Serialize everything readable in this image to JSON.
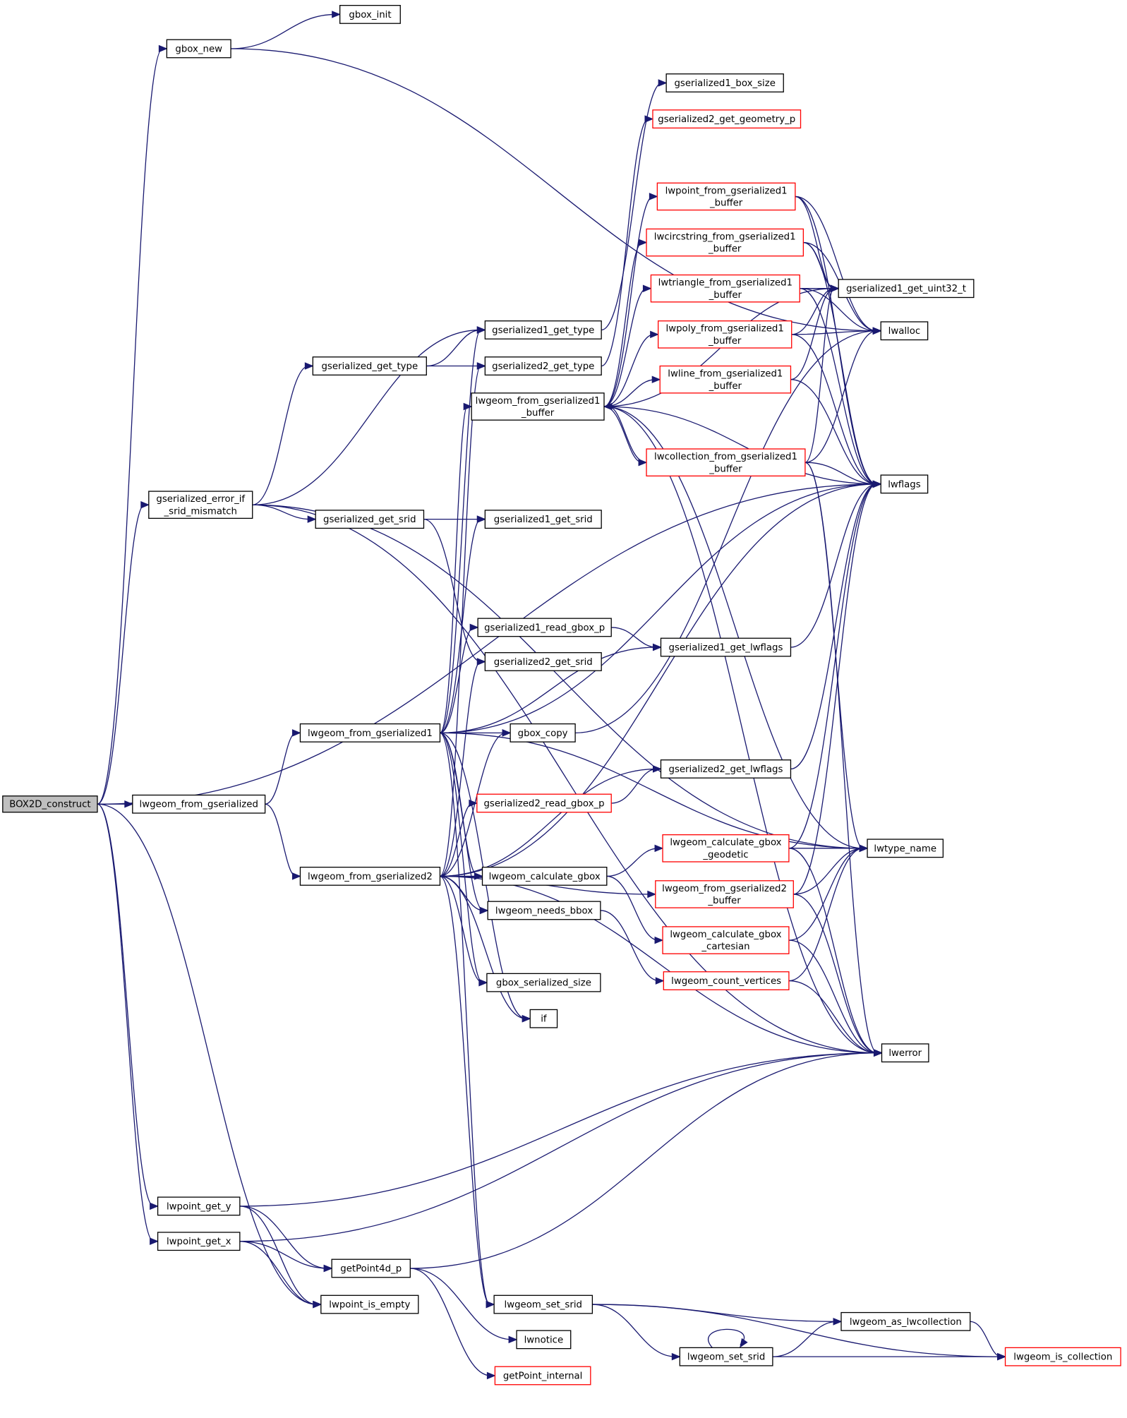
{
  "colors": {
    "edge": "#191970",
    "edge_alt": "#b22222",
    "node_border_normal": "#000000",
    "node_border_truncated": "#ff0000",
    "root_fill": "#bfbfbf",
    "node_fill": "#ffffff"
  },
  "root": "BOX2D_construct",
  "nodes": [
    {
      "id": "BOX2D_construct",
      "lines": [
        "BOX2D_construct"
      ],
      "root": true
    },
    {
      "id": "gbox_new",
      "lines": [
        "gbox_new"
      ]
    },
    {
      "id": "gbox_init",
      "lines": [
        "gbox_init"
      ]
    },
    {
      "id": "gserialized1_box_size",
      "lines": [
        "gserialized1_box_size"
      ]
    },
    {
      "id": "gserialized2_get_geometry_p",
      "lines": [
        "gserialized2_get_geometry_p"
      ],
      "truncated": true
    },
    {
      "id": "lwpoint_from_gserialized1_buffer",
      "lines": [
        "lwpoint_from_gserialized1",
        "_buffer"
      ],
      "truncated": true
    },
    {
      "id": "lwcircstring_from_gserialized1_buffer",
      "lines": [
        "lwcircstring_from_gserialized1",
        "_buffer"
      ],
      "truncated": true
    },
    {
      "id": "lwtriangle_from_gserialized1_buffer",
      "lines": [
        "lwtriangle_from_gserialized1",
        "_buffer"
      ],
      "truncated": true
    },
    {
      "id": "gserialized1_get_uint32_t",
      "lines": [
        "gserialized1_get_uint32_t"
      ]
    },
    {
      "id": "lwalloc",
      "lines": [
        "lwalloc"
      ]
    },
    {
      "id": "lwpoly_from_gserialized1_buffer",
      "lines": [
        "lwpoly_from_gserialized1",
        "_buffer"
      ],
      "truncated": true
    },
    {
      "id": "gserialized1_get_type",
      "lines": [
        "gserialized1_get_type"
      ]
    },
    {
      "id": "gserialized_get_type",
      "lines": [
        "gserialized_get_type"
      ]
    },
    {
      "id": "gserialized2_get_type",
      "lines": [
        "gserialized2_get_type"
      ]
    },
    {
      "id": "lwline_from_gserialized1_buffer",
      "lines": [
        "lwline_from_gserialized1",
        "_buffer"
      ],
      "truncated": true
    },
    {
      "id": "lwgeom_from_gserialized1_buffer",
      "lines": [
        "lwgeom_from_gserialized1",
        "_buffer"
      ]
    },
    {
      "id": "lwcollection_from_gserialized1_buffer",
      "lines": [
        "lwcollection_from_gserialized1",
        "_buffer"
      ],
      "truncated": true
    },
    {
      "id": "gserialized_error_if_srid_mismatch",
      "lines": [
        "gserialized_error_if",
        "_srid_mismatch"
      ]
    },
    {
      "id": "lwflags",
      "lines": [
        "lwflags"
      ]
    },
    {
      "id": "gserialized_get_srid",
      "lines": [
        "gserialized_get_srid"
      ]
    },
    {
      "id": "gserialized1_get_srid",
      "lines": [
        "gserialized1_get_srid"
      ]
    },
    {
      "id": "gserialized1_read_gbox_p",
      "lines": [
        "gserialized1_read_gbox_p"
      ]
    },
    {
      "id": "gserialized1_get_lwflags",
      "lines": [
        "gserialized1_get_lwflags"
      ]
    },
    {
      "id": "gserialized2_get_srid",
      "lines": [
        "gserialized2_get_srid"
      ]
    },
    {
      "id": "lwgeom_from_gserialized1",
      "lines": [
        "lwgeom_from_gserialized1"
      ]
    },
    {
      "id": "gbox_copy",
      "lines": [
        "gbox_copy"
      ]
    },
    {
      "id": "gserialized2_get_lwflags",
      "lines": [
        "gserialized2_get_lwflags"
      ]
    },
    {
      "id": "lwgeom_from_gserialized",
      "lines": [
        "lwgeom_from_gserialized"
      ]
    },
    {
      "id": "gserialized2_read_gbox_p",
      "lines": [
        "gserialized2_read_gbox_p"
      ],
      "truncated": true
    },
    {
      "id": "lwgeom_calculate_gbox_geodetic",
      "lines": [
        "lwgeom_calculate_gbox",
        "_geodetic"
      ],
      "truncated": true
    },
    {
      "id": "lwtype_name",
      "lines": [
        "lwtype_name"
      ]
    },
    {
      "id": "lwgeom_from_gserialized2",
      "lines": [
        "lwgeom_from_gserialized2"
      ]
    },
    {
      "id": "lwgeom_calculate_gbox",
      "lines": [
        "lwgeom_calculate_gbox"
      ]
    },
    {
      "id": "lwgeom_from_gserialized2_buffer",
      "lines": [
        "lwgeom_from_gserialized2",
        "_buffer"
      ],
      "truncated": true
    },
    {
      "id": "lwgeom_needs_bbox",
      "lines": [
        "lwgeom_needs_bbox"
      ]
    },
    {
      "id": "lwgeom_calculate_gbox_cartesian",
      "lines": [
        "lwgeom_calculate_gbox",
        "_cartesian"
      ],
      "truncated": true
    },
    {
      "id": "lwgeom_count_vertices",
      "lines": [
        "lwgeom_count_vertices"
      ],
      "truncated": true
    },
    {
      "id": "gbox_serialized_size",
      "lines": [
        "gbox_serialized_size"
      ]
    },
    {
      "id": "if",
      "lines": [
        "if"
      ]
    },
    {
      "id": "lwerror",
      "lines": [
        "lwerror"
      ]
    },
    {
      "id": "lwpoint_get_y",
      "lines": [
        "lwpoint_get_y"
      ]
    },
    {
      "id": "lwpoint_get_x",
      "lines": [
        "lwpoint_get_x"
      ]
    },
    {
      "id": "getPoint4d_p",
      "lines": [
        "getPoint4d_p"
      ]
    },
    {
      "id": "lwpoint_is_empty",
      "lines": [
        "lwpoint_is_empty"
      ]
    },
    {
      "id": "lwgeom_set_srid_1",
      "lines": [
        "lwgeom_set_srid"
      ]
    },
    {
      "id": "lwgeom_as_lwcollection",
      "lines": [
        "lwgeom_as_lwcollection"
      ]
    },
    {
      "id": "lwnotice",
      "lines": [
        "lwnotice"
      ]
    },
    {
      "id": "lwgeom_set_srid_2",
      "lines": [
        "lwgeom_set_srid"
      ]
    },
    {
      "id": "lwgeom_is_collection",
      "lines": [
        "lwgeom_is_collection"
      ],
      "truncated": true
    },
    {
      "id": "getPoint_internal",
      "lines": [
        "getPoint_internal"
      ],
      "truncated": true
    }
  ],
  "edges": [
    [
      "BOX2D_construct",
      "gbox_new"
    ],
    [
      "BOX2D_construct",
      "gserialized_error_if_srid_mismatch"
    ],
    [
      "BOX2D_construct",
      "lwgeom_from_gserialized"
    ],
    [
      "BOX2D_construct",
      "lwpoint_get_y"
    ],
    [
      "BOX2D_construct",
      "lwpoint_get_x"
    ],
    [
      "BOX2D_construct",
      "lwpoint_is_empty"
    ],
    [
      "BOX2D_construct",
      "lwflags"
    ],
    [
      "gbox_new",
      "gbox_init"
    ],
    [
      "gbox_new",
      "lwalloc"
    ],
    [
      "gserialized_error_if_srid_mismatch",
      "gserialized1_get_type"
    ],
    [
      "gserialized_error_if_srid_mismatch",
      "gserialized_get_type"
    ],
    [
      "gserialized_error_if_srid_mismatch",
      "gserialized_get_srid"
    ],
    [
      "gserialized_error_if_srid_mismatch",
      "lwtype_name"
    ],
    [
      "gserialized_error_if_srid_mismatch",
      "lwerror"
    ],
    [
      "gserialized_get_type",
      "gserialized1_get_type"
    ],
    [
      "gserialized_get_type",
      "gserialized2_get_type"
    ],
    [
      "gserialized1_get_type",
      "gserialized1_box_size"
    ],
    [
      "gserialized2_get_type",
      "gserialized2_get_geometry_p"
    ],
    [
      "gserialized_get_srid",
      "gserialized1_get_srid"
    ],
    [
      "gserialized_get_srid",
      "gserialized2_get_srid"
    ],
    [
      "gserialized1_read_gbox_p",
      "gserialized1_get_lwflags"
    ],
    [
      "gserialized1_get_lwflags",
      "lwflags"
    ],
    [
      "gserialized2_read_gbox_p",
      "gserialized2_get_lwflags"
    ],
    [
      "gserialized2_get_lwflags",
      "lwflags"
    ],
    [
      "lwgeom_from_gserialized",
      "lwgeom_from_gserialized1"
    ],
    [
      "lwgeom_from_gserialized",
      "lwgeom_from_gserialized2"
    ],
    [
      "lwgeom_from_gserialized1",
      "gserialized1_get_type"
    ],
    [
      "lwgeom_from_gserialized1",
      "lwgeom_from_gserialized1_buffer"
    ],
    [
      "lwgeom_from_gserialized1",
      "gserialized1_get_srid"
    ],
    [
      "lwgeom_from_gserialized1",
      "gserialized1_read_gbox_p"
    ],
    [
      "lwgeom_from_gserialized1",
      "gserialized1_get_lwflags"
    ],
    [
      "lwgeom_from_gserialized1",
      "gbox_copy"
    ],
    [
      "lwgeom_from_gserialized1",
      "lwgeom_calculate_gbox"
    ],
    [
      "lwgeom_from_gserialized1",
      "lwgeom_needs_bbox"
    ],
    [
      "lwgeom_from_gserialized1",
      "gbox_serialized_size"
    ],
    [
      "lwgeom_from_gserialized1",
      "if"
    ],
    [
      "lwgeom_from_gserialized1",
      "lwgeom_set_srid_1"
    ],
    [
      "lwgeom_from_gserialized1",
      "lwflags"
    ],
    [
      "lwgeom_from_gserialized1",
      "lwtype_name"
    ],
    [
      "lwgeom_from_gserialized2",
      "gserialized2_get_type"
    ],
    [
      "lwgeom_from_gserialized2",
      "gserialized2_get_srid"
    ],
    [
      "lwgeom_from_gserialized2",
      "gbox_copy"
    ],
    [
      "lwgeom_from_gserialized2",
      "gserialized2_get_lwflags"
    ],
    [
      "lwgeom_from_gserialized2",
      "gserialized2_read_gbox_p"
    ],
    [
      "lwgeom_from_gserialized2",
      "lwgeom_calculate_gbox"
    ],
    [
      "lwgeom_from_gserialized2",
      "lwgeom_needs_bbox"
    ],
    [
      "lwgeom_from_gserialized2",
      "gbox_serialized_size"
    ],
    [
      "lwgeom_from_gserialized2",
      "if"
    ],
    [
      "lwgeom_from_gserialized2",
      "lwgeom_from_gserialized2_buffer"
    ],
    [
      "lwgeom_from_gserialized2",
      "lwgeom_set_srid_1"
    ],
    [
      "lwgeom_from_gserialized2",
      "lwerror"
    ],
    [
      "lwgeom_from_gserialized2",
      "lwflags"
    ],
    [
      "lwgeom_from_gserialized1_buffer",
      "lwpoint_from_gserialized1_buffer"
    ],
    [
      "lwgeom_from_gserialized1_buffer",
      "lwcircstring_from_gserialized1_buffer"
    ],
    [
      "lwgeom_from_gserialized1_buffer",
      "lwtriangle_from_gserialized1_buffer"
    ],
    [
      "lwgeom_from_gserialized1_buffer",
      "lwpoly_from_gserialized1_buffer"
    ],
    [
      "lwgeom_from_gserialized1_buffer",
      "lwline_from_gserialized1_buffer"
    ],
    [
      "lwgeom_from_gserialized1_buffer",
      "lwcollection_from_gserialized1_buffer"
    ],
    [
      "lwgeom_from_gserialized1_buffer",
      "gserialized1_get_uint32_t"
    ],
    [
      "lwgeom_from_gserialized1_buffer",
      "lwflags"
    ],
    [
      "lwgeom_from_gserialized1_buffer",
      "lwtype_name"
    ],
    [
      "lwgeom_from_gserialized1_buffer",
      "lwerror"
    ],
    [
      "lwpoint_from_gserialized1_buffer",
      "gserialized1_get_uint32_t"
    ],
    [
      "lwpoint_from_gserialized1_buffer",
      "lwalloc"
    ],
    [
      "lwpoint_from_gserialized1_buffer",
      "lwflags"
    ],
    [
      "lwcircstring_from_gserialized1_buffer",
      "gserialized1_get_uint32_t"
    ],
    [
      "lwcircstring_from_gserialized1_buffer",
      "lwalloc"
    ],
    [
      "lwcircstring_from_gserialized1_buffer",
      "lwflags"
    ],
    [
      "lwtriangle_from_gserialized1_buffer",
      "gserialized1_get_uint32_t"
    ],
    [
      "lwtriangle_from_gserialized1_buffer",
      "lwalloc"
    ],
    [
      "lwtriangle_from_gserialized1_buffer",
      "lwflags"
    ],
    [
      "lwpoly_from_gserialized1_buffer",
      "gserialized1_get_uint32_t"
    ],
    [
      "lwpoly_from_gserialized1_buffer",
      "lwalloc"
    ],
    [
      "lwpoly_from_gserialized1_buffer",
      "lwflags"
    ],
    [
      "lwline_from_gserialized1_buffer",
      "gserialized1_get_uint32_t"
    ],
    [
      "lwline_from_gserialized1_buffer",
      "lwflags"
    ],
    [
      "lwcollection_from_gserialized1_buffer",
      "lwgeom_from_gserialized1_buffer"
    ],
    [
      "lwcollection_from_gserialized1_buffer",
      "gserialized1_get_uint32_t"
    ],
    [
      "lwcollection_from_gserialized1_buffer",
      "lwalloc"
    ],
    [
      "lwcollection_from_gserialized1_buffer",
      "lwflags"
    ],
    [
      "lwcollection_from_gserialized1_buffer",
      "lwtype_name"
    ],
    [
      "lwcollection_from_gserialized1_buffer",
      "lwerror"
    ],
    [
      "gbox_copy",
      "lwalloc"
    ],
    [
      "lwgeom_calculate_gbox",
      "lwgeom_calculate_gbox_geodetic"
    ],
    [
      "lwgeom_calculate_gbox",
      "lwgeom_calculate_gbox_cartesian"
    ],
    [
      "lwgeom_calculate_gbox_geodetic",
      "lwflags"
    ],
    [
      "lwgeom_calculate_gbox_geodetic",
      "lwtype_name"
    ],
    [
      "lwgeom_calculate_gbox_geodetic",
      "lwerror"
    ],
    [
      "lwgeom_from_gserialized2_buffer",
      "lwflags"
    ],
    [
      "lwgeom_from_gserialized2_buffer",
      "lwtype_name"
    ],
    [
      "lwgeom_from_gserialized2_buffer",
      "lwerror"
    ],
    [
      "lwgeom_needs_bbox",
      "lwgeom_count_vertices"
    ],
    [
      "lwgeom_calculate_gbox_cartesian",
      "lwtype_name"
    ],
    [
      "lwgeom_calculate_gbox_cartesian",
      "lwerror"
    ],
    [
      "lwgeom_count_vertices",
      "lwtype_name"
    ],
    [
      "lwgeom_count_vertices",
      "lwerror"
    ],
    [
      "lwpoint_get_y",
      "getPoint4d_p"
    ],
    [
      "lwpoint_get_y",
      "lwpoint_is_empty"
    ],
    [
      "lwpoint_get_y",
      "lwerror"
    ],
    [
      "lwpoint_get_x",
      "getPoint4d_p"
    ],
    [
      "lwpoint_get_x",
      "lwpoint_is_empty"
    ],
    [
      "lwpoint_get_x",
      "lwerror"
    ],
    [
      "getPoint4d_p",
      "lwnotice"
    ],
    [
      "getPoint4d_p",
      "getPoint_internal"
    ],
    [
      "getPoint4d_p",
      "lwerror"
    ],
    [
      "lwgeom_set_srid_1",
      "lwgeom_as_lwcollection"
    ],
    [
      "lwgeom_set_srid_1",
      "lwgeom_set_srid_2"
    ],
    [
      "lwgeom_set_srid_1",
      "lwgeom_is_collection"
    ],
    [
      "lwgeom_set_srid_2",
      "lwgeom_set_srid_2"
    ],
    [
      "lwgeom_set_srid_2",
      "lwgeom_as_lwcollection"
    ],
    [
      "lwgeom_set_srid_2",
      "lwgeom_is_collection"
    ],
    [
      "lwgeom_as_lwcollection",
      "lwgeom_is_collection"
    ]
  ]
}
